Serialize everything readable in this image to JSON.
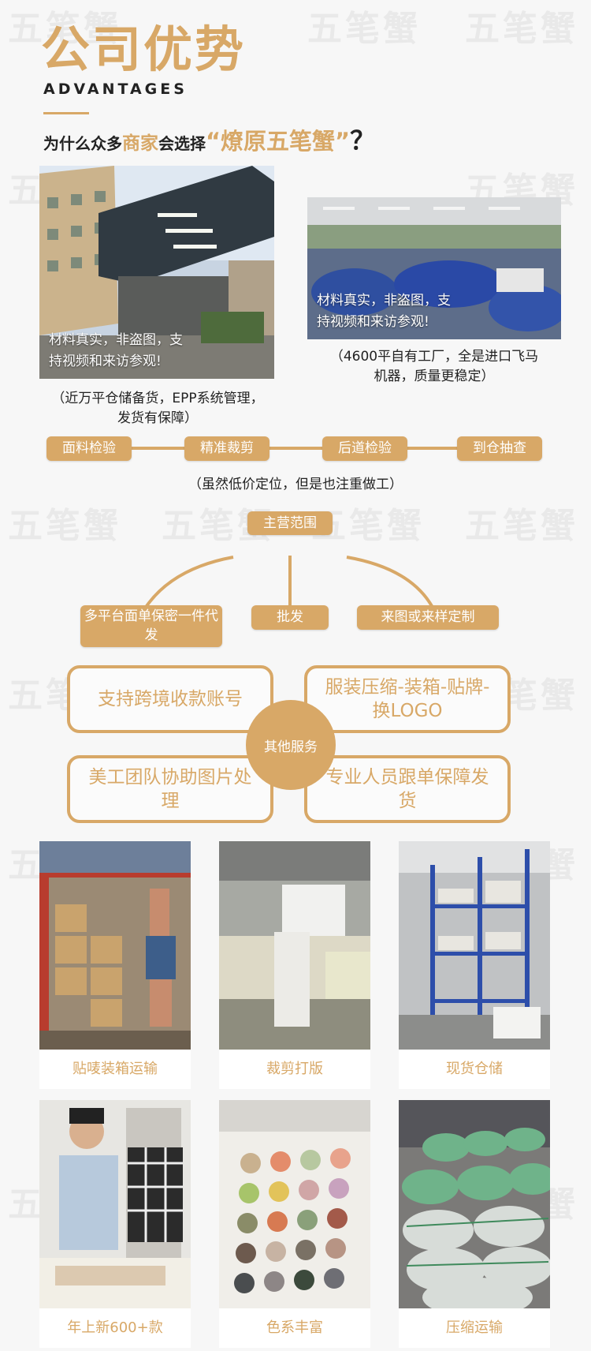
{
  "watermark": "五笔蟹",
  "header": {
    "title": "公司优势",
    "subtitle_en": "ADVANTAGES",
    "question_pre": "为什么众多",
    "question_hl": "商家",
    "question_mid": "会选择",
    "question_brand": "“燎原五笔蟹”",
    "question_mark": "？"
  },
  "photos": {
    "warehouse_overlay_1": "材料真实，非盗图，支",
    "warehouse_overlay_2": "持视频和来访参观!",
    "warehouse_caption_1": "（近万平仓储备货，EPP系统管理，",
    "warehouse_caption_2": "发货有保障）",
    "factory_overlay_1": "材料真实，非盗图，支",
    "factory_overlay_2": "持视频和来访参观!",
    "factory_caption_1": "（4600平自有工厂，全是进口飞马",
    "factory_caption_2": "机器，质量更稳定）"
  },
  "process": {
    "steps": [
      "面料检验",
      "精准裁剪",
      "后道检验",
      "到仓抽查"
    ],
    "note": "（虽然低价定位，但是也注重做工）"
  },
  "scope": {
    "title": "主营范围",
    "items": [
      "多平台面单保密一件代发",
      "批发",
      "来图或来样定制"
    ]
  },
  "services": {
    "center": "其他服务",
    "boxes": [
      "支持跨境收款账号",
      "服装压缩-装箱-贴牌-换LOGO",
      "美工团队协助图片处理",
      "专业人员跟单保障发货"
    ]
  },
  "gallery": [
    "贴唛装箱运输",
    "裁剪打版",
    "现货仓储",
    "年上新600+款",
    "色系丰富",
    "压缩运输"
  ],
  "colors": {
    "accent": "#d8a867",
    "background": "#f7f7f7"
  }
}
